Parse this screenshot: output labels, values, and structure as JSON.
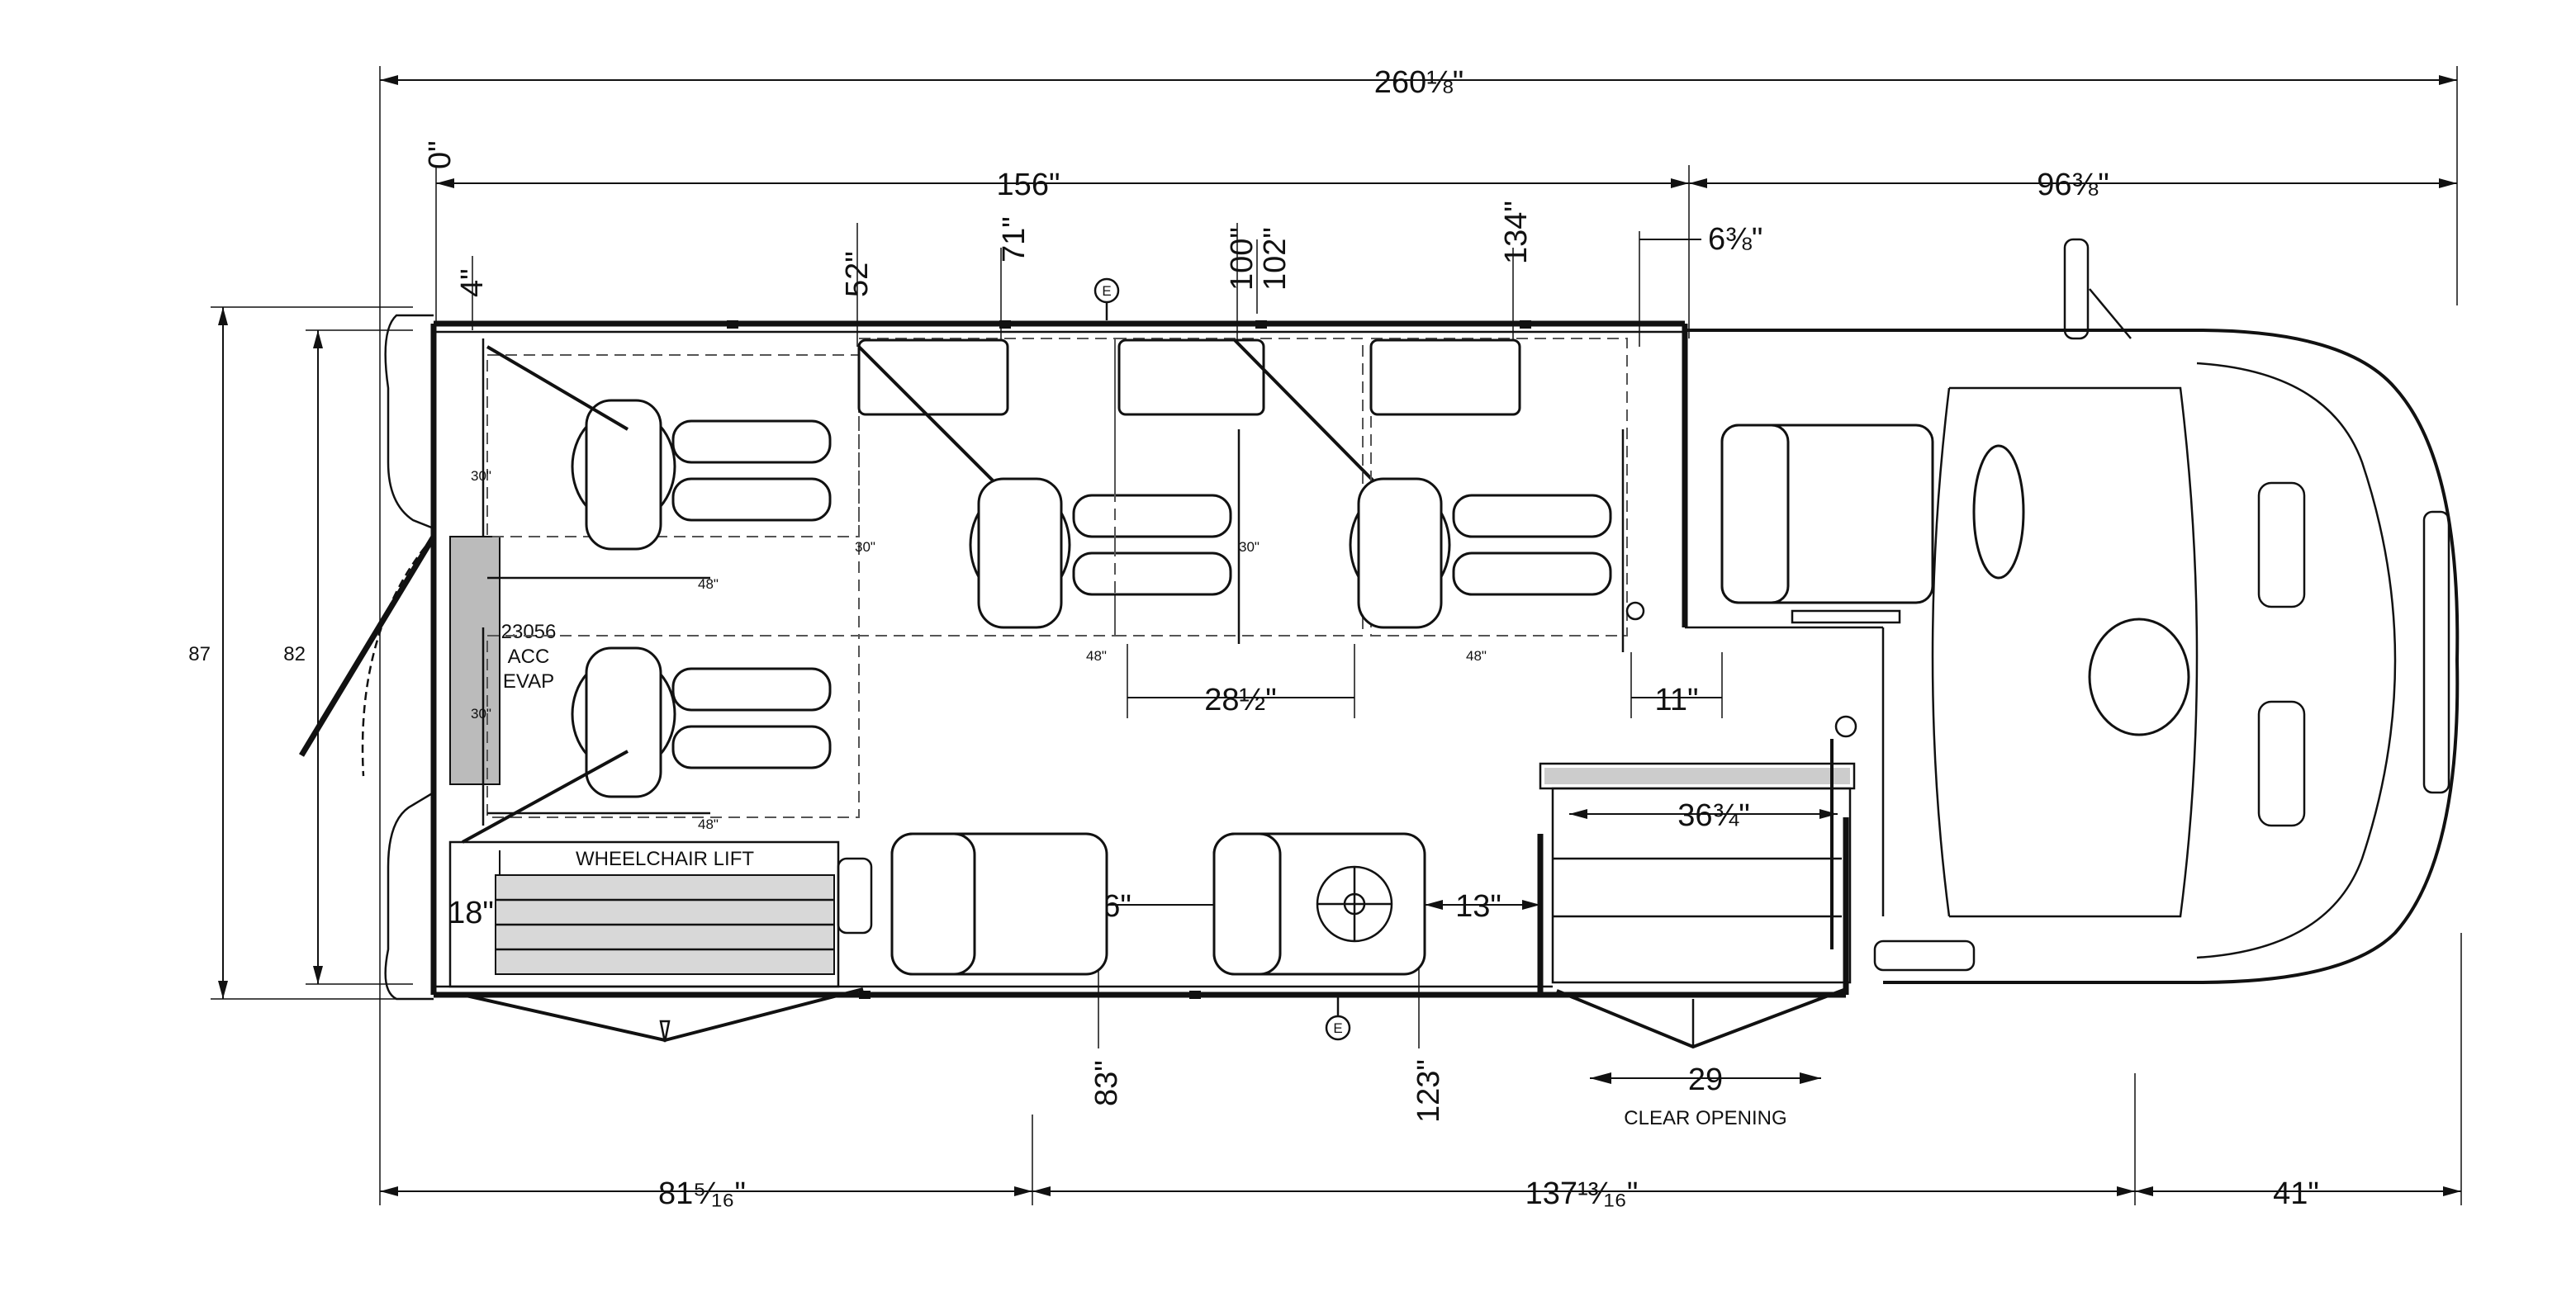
{
  "drawing": {
    "dimensions": {
      "overall_length": "260⅛\"",
      "zero_mark": "0\"",
      "body_length": "156\"",
      "cab_length": "96⅜\"",
      "station_4": "4\"",
      "station_52": "52\"",
      "station_71": "71\"",
      "station_100": "100\"",
      "station_102": "102\"",
      "station_134": "134\"",
      "partition_offset": "6⅜\"",
      "overall_width": "87",
      "body_width": "82",
      "seat_spacing": "28½\"",
      "cab_gap": "11\"",
      "lift_depth": "18\"",
      "aisle_36": "36\"",
      "gap_13": "13\"",
      "door_width": "36¾\"",
      "station_83": "83\"",
      "station_123": "123\"",
      "clear_opening_value": "29",
      "rear_overhang": "81⁵⁄₁₆\"",
      "wheelbase": "137¹³⁄₁₆\"",
      "front_overhang": "41\""
    },
    "labels": {
      "wheelchair_lift": "WHEELCHAIR LIFT",
      "evap_line1": "23056",
      "evap_line2": "ACC",
      "evap_line3": "EVAP",
      "clear_opening": "CLEAR OPENING",
      "seat_width_30": "30\"",
      "seat_depth_48": "48\"",
      "emergency_exit": "E"
    }
  }
}
